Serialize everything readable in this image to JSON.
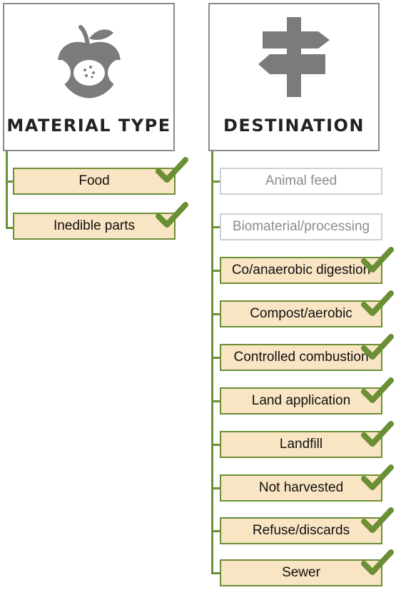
{
  "material_panel": {
    "title": "MATERIAL TYPE",
    "icon": "apple-core-icon"
  },
  "destination_panel": {
    "title": "DESTINATION",
    "icon": "signpost-icon"
  },
  "colors": {
    "line": "#6a8f35",
    "selected_fill": "#f9e4c3",
    "check": "#6a8f35",
    "unselected_border": "#cfcfcf",
    "icon": "#7b7b7b"
  },
  "materials": [
    {
      "label": "Food",
      "checked": true
    },
    {
      "label": "Inedible parts",
      "checked": true
    }
  ],
  "destinations": [
    {
      "label": "Animal feed",
      "checked": false
    },
    {
      "label": "Biomaterial/processing",
      "checked": false
    },
    {
      "label": "Co/anaerobic digestion",
      "checked": true
    },
    {
      "label": "Compost/aerobic",
      "checked": true
    },
    {
      "label": "Controlled combustion",
      "checked": true
    },
    {
      "label": "Land application",
      "checked": true
    },
    {
      "label": "Landfill",
      "checked": true
    },
    {
      "label": "Not harvested",
      "checked": true
    },
    {
      "label": "Refuse/discards",
      "checked": true
    },
    {
      "label": "Sewer",
      "checked": true
    }
  ]
}
